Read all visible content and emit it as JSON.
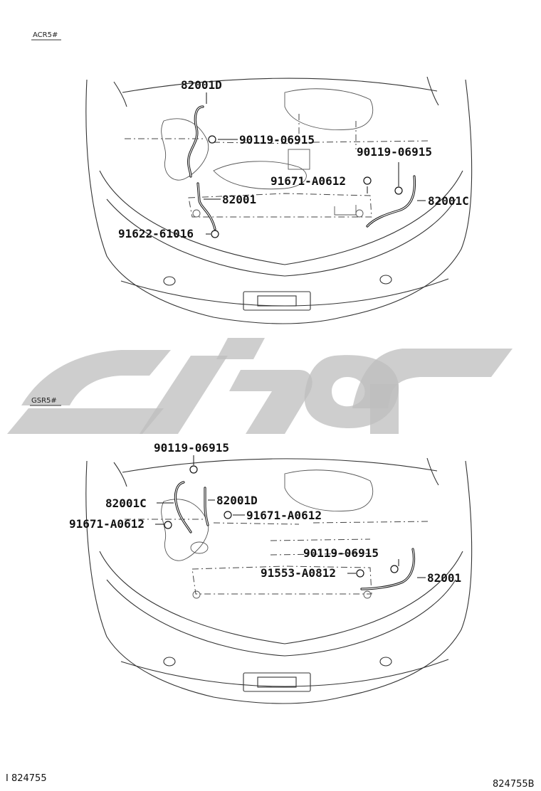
{
  "top": {
    "variant": "ACR5#",
    "parts": {
      "p1": "82001D",
      "p2": "90119-06915",
      "p3": "90119-06915",
      "p4": "91671-A0612",
      "p5": "82001",
      "p6": "82001C",
      "p7": "91622-61016"
    }
  },
  "bottom": {
    "variant": "GSR5#",
    "parts": {
      "p1": "90119-06915",
      "p2": "82001C",
      "p3": "82001D",
      "p4": "91671-A0612",
      "p5": "91671-A0612",
      "p6": "90119-06915",
      "p7": "91553-A0812",
      "p8": "82001"
    }
  },
  "footer": {
    "left": "I 824755",
    "right": "824755B"
  },
  "colors": {
    "ink": "#111111",
    "watermark": "#bdbdbd"
  }
}
